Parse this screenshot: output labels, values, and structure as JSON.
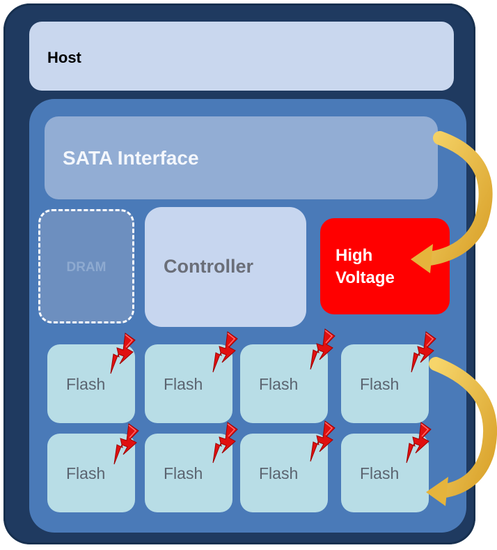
{
  "host": {
    "label": "Host"
  },
  "sata": {
    "label": "SATA Interface"
  },
  "dram": {
    "label": "DRAM"
  },
  "controller": {
    "label": "Controller"
  },
  "high_voltage": {
    "line1": "High",
    "line2": "Voltage"
  },
  "flash_rows": [
    [
      "Flash",
      "Flash",
      "Flash",
      "Flash"
    ],
    [
      "Flash",
      "Flash",
      "Flash",
      "Flash"
    ]
  ],
  "colors": {
    "frame": "#1f3a60",
    "inner_panel": "#4a7ab8",
    "host": "#c9d7ee",
    "sata": "#92add4",
    "controller": "#c7d6ef",
    "high_voltage": "#ff0000",
    "flash": "#b8dde6",
    "arrow": "#e6b43c",
    "lightning": "#e01010"
  },
  "icons": [
    "lightning-bolt-icon",
    "curved-arrow-icon"
  ]
}
